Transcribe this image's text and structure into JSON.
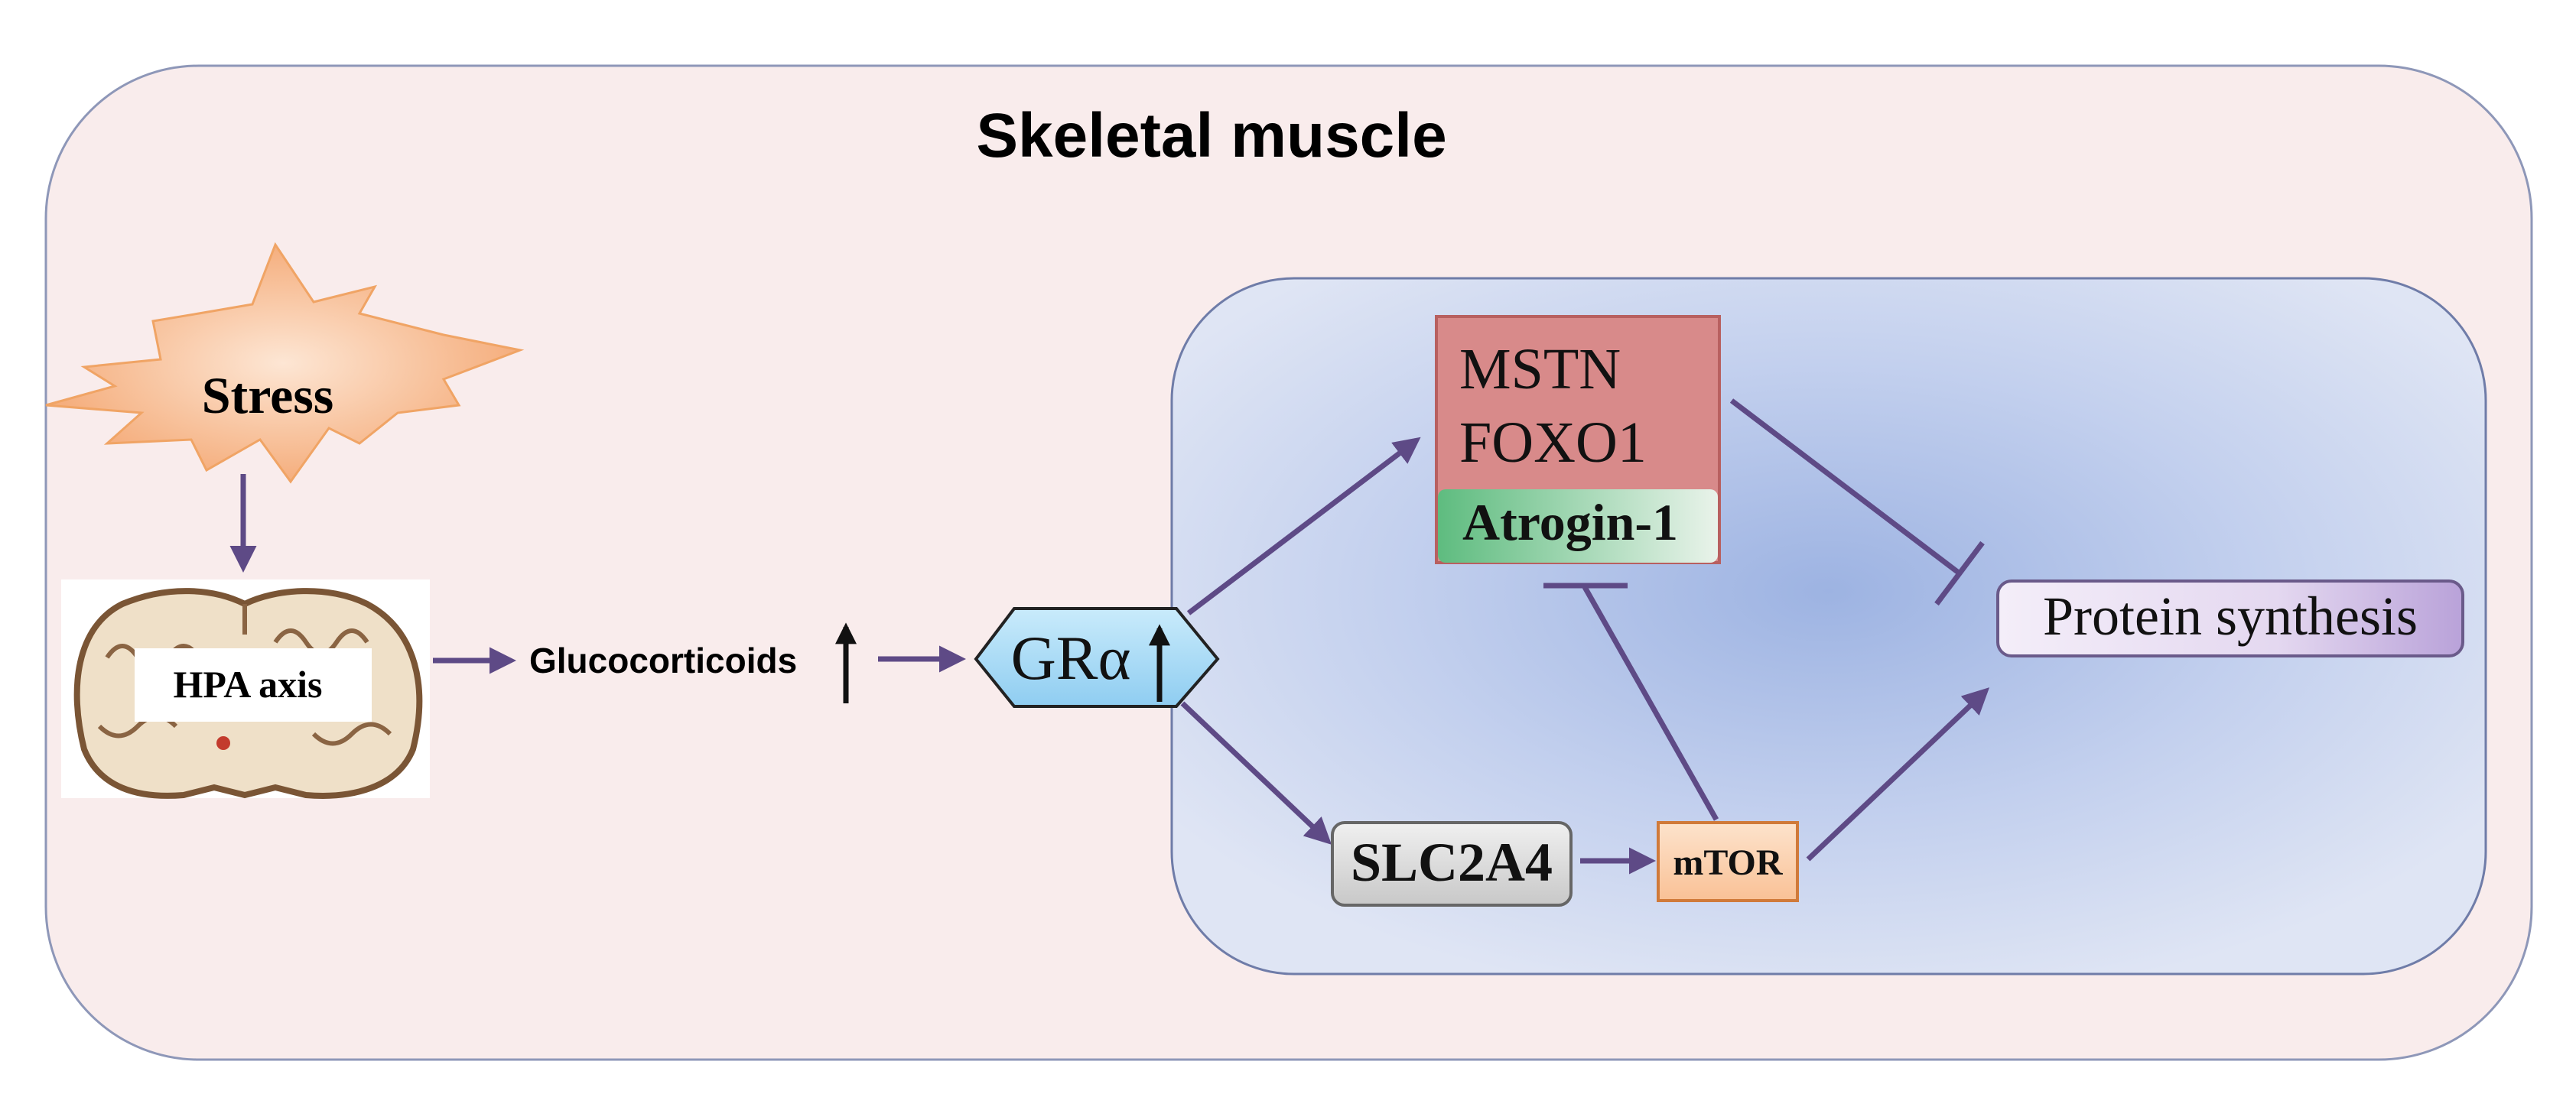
{
  "title": "Skeletal muscle",
  "nodes": {
    "stress": "Stress",
    "hpa_axis": "HPA axis",
    "glucocorticoids": "Glucocorticoids",
    "gr_alpha": "GRα",
    "mstn": "MSTN",
    "foxo1": "FOXO1",
    "atrogin": "Atrogin-1",
    "slc2a4": "SLC2A4",
    "mtor": "mTOR",
    "protein_synthesis": "Protein synthesis"
  },
  "colors": {
    "outer_panel": "#f9ecec",
    "inner_panel": "#c9d5ee",
    "arrow": "#5e4a86",
    "stress_fill": "#f7b48a",
    "gr_fill": "#a6d8f5",
    "mstn_fill": "#d88a8a",
    "atrogin_fill": "#6fc28c",
    "slc_fill": "#d9d9d9",
    "mtor_fill": "#fbd2b2",
    "protein_fill": "#d8c8ea"
  },
  "icons": {
    "brain": "brain-section-icon",
    "up_arrow": "up-arrow-icon"
  }
}
